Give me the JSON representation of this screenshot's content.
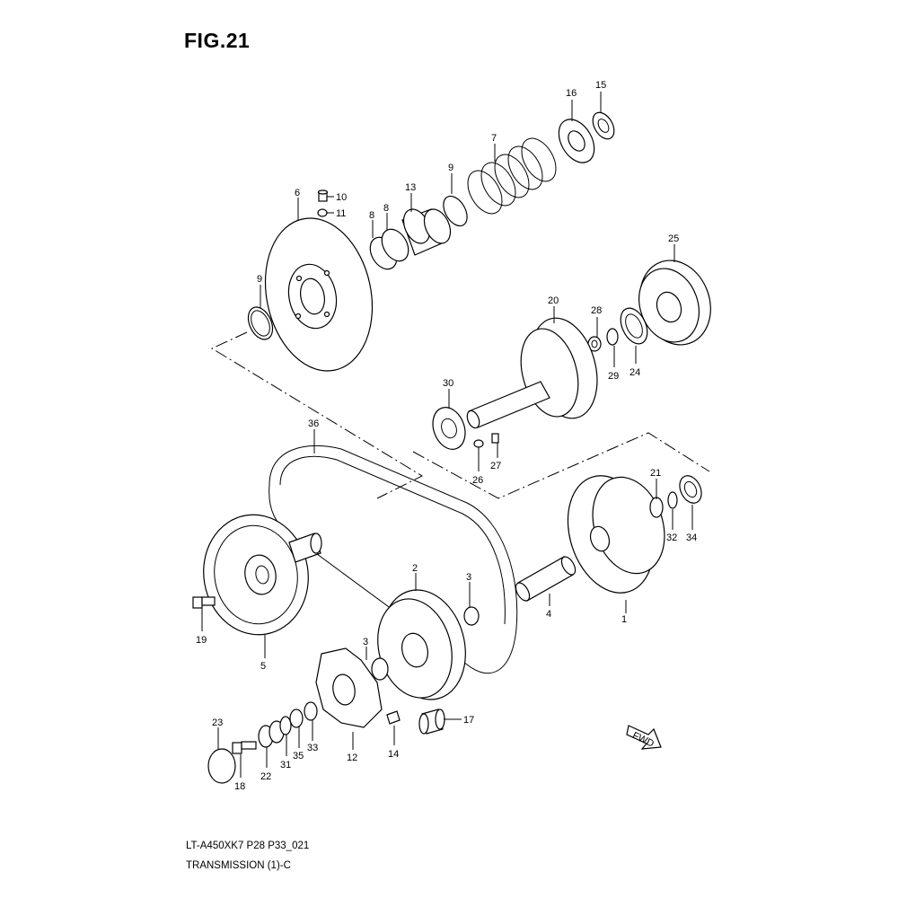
{
  "figure": {
    "title": "FIG.21",
    "model_code": "LT-A450XK7 P28 P33_021",
    "section": "TRANSMISSION (1)-C",
    "fwd_mark": "FWD"
  },
  "callouts": [
    "1",
    "2",
    "3",
    "3",
    "4",
    "5",
    "6",
    "7",
    "8",
    "8",
    "9",
    "9",
    "10",
    "11",
    "12",
    "13",
    "14",
    "15",
    "16",
    "17",
    "18",
    "19",
    "20",
    "21",
    "22",
    "23",
    "24",
    "25",
    "26",
    "27",
    "28",
    "29",
    "30",
    "31",
    "32",
    "33",
    "34",
    "35",
    "36"
  ]
}
